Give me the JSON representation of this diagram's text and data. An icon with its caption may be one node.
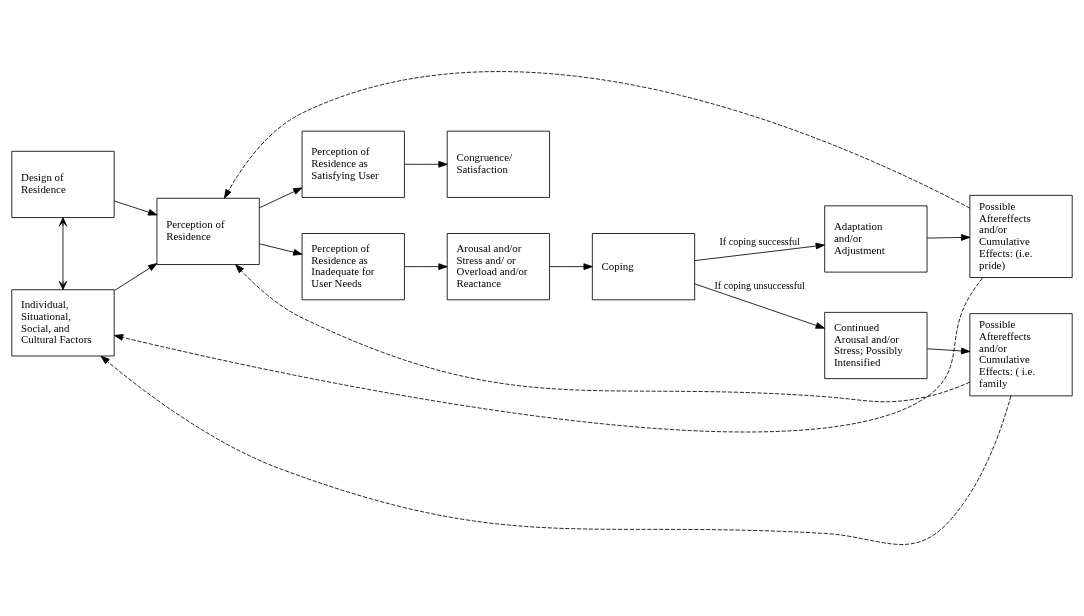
{
  "diagram": {
    "nodes": [
      {
        "text": [
          "Design of Residence"
        ]
      },
      {
        "text": [
          "Perception of Residence as Satisfying User"
        ]
      },
      {
        "text": [
          "Congruence/ Satisfaction"
        ]
      },
      {
        "text": [
          "Adaptation and/or Adjustment"
        ]
      },
      {
        "text": [
          "Possible Aftereffects and/or Cumulative Effects: (i.e.  pride)"
        ]
      },
      {
        "text": [
          "Perception of Residence"
        ]
      },
      {
        "text": [
          "Coping"
        ]
      },
      {
        "text": [
          "Individual, Situational, Social, and Cultural Factors"
        ]
      },
      {
        "text": [
          "Perception of Residence as Inadequate for User Needs"
        ]
      },
      {
        "text": [
          "Arousal and/or Stress and/ or Overload and/or Reactance"
        ]
      },
      {
        "text": [
          "Continued Arousal and/or Stress; Possibly Intensified"
        ]
      },
      {
        "text": [
          "Possible Aftereffects and/or Cumulative Effects: ( i.e. family"
        ]
      }
    ],
    "edges": [
      {
        "from": 0,
        "to": 5,
        "arrow": "to"
      },
      {
        "from": 7,
        "to": 5,
        "arrow": "to"
      },
      {
        "from": 5,
        "to": 1,
        "arrow": "to"
      },
      {
        "from": 1,
        "to": 2,
        "arrow": "to"
      },
      {
        "from": 5,
        "to": 8,
        "arrow": "to"
      },
      {
        "from": 8,
        "to": 9,
        "arrow": "to"
      },
      {
        "from": 9,
        "to": 6,
        "arrow": "to"
      },
      {
        "from": 6,
        "to": 3,
        "arrow": "to",
        "label": "If coping successful"
      },
      {
        "from": 6,
        "to": 10,
        "arrow": "to",
        "label": "If coping unsuccessful"
      },
      {
        "from": 3,
        "to": 4,
        "arrow": "to"
      },
      {
        "from": 10,
        "to": 11,
        "arrow": "to"
      },
      {
        "from": 0,
        "to": 7,
        "arrow": "both"
      },
      {
        "from": 4,
        "to": 7,
        "arrow": "to",
        "style": "dashed"
      },
      {
        "from": 4,
        "to": 5,
        "arrow": "to",
        "style": "dashed"
      },
      {
        "from": 11,
        "to": 7,
        "arrow": "to",
        "style": "dashed"
      },
      {
        "from": 11,
        "to": 5,
        "arrow": "to",
        "style": "dashed"
      }
    ]
  }
}
